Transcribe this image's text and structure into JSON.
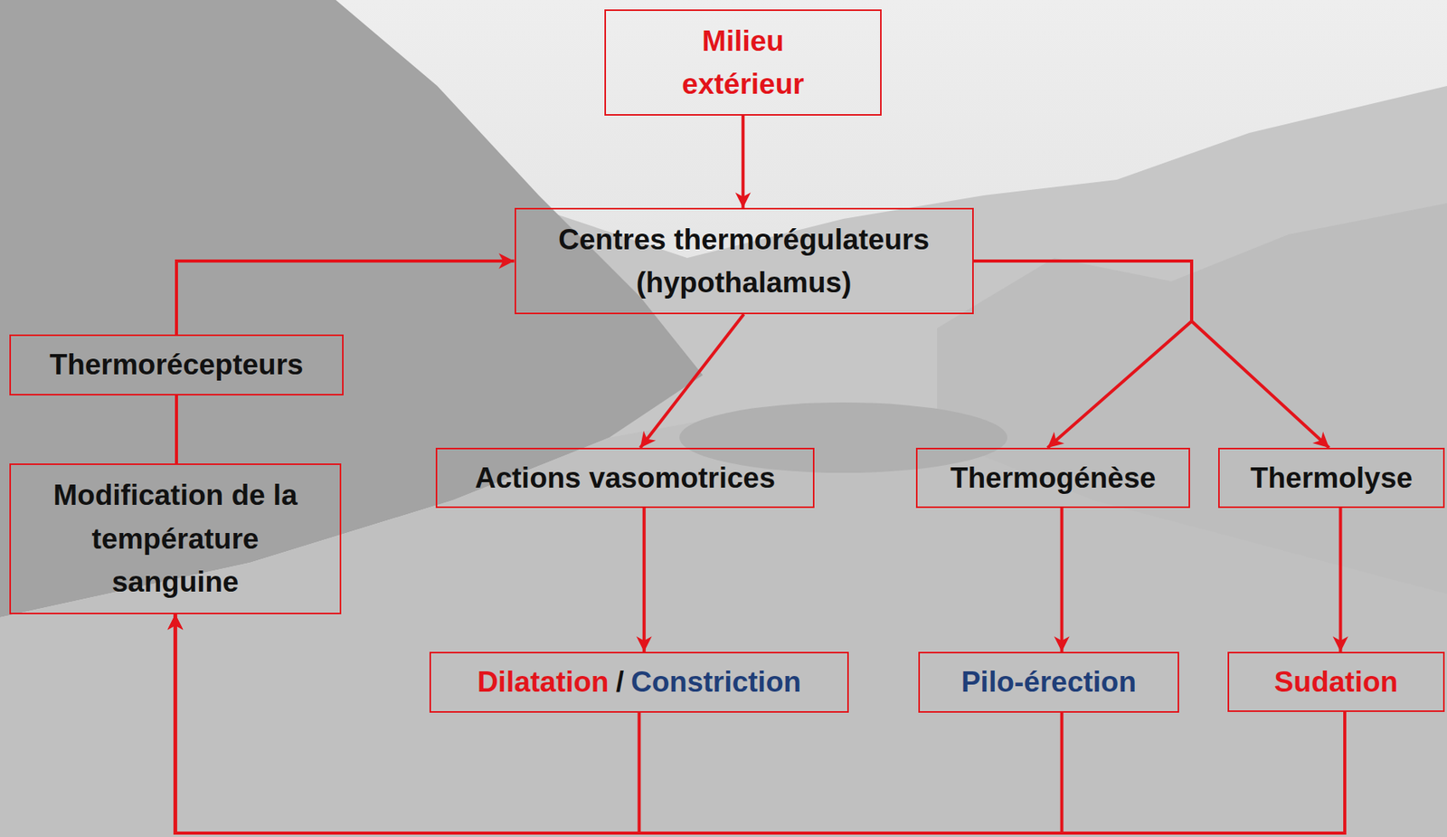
{
  "diagram": {
    "nodes": [
      {
        "text": [
          "Milieu extérieur"
        ]
      },
      {
        "text": [
          "Centres thermorégulateurs (hypothalamus)"
        ]
      },
      {
        "text": [
          "Thermorécepteurs"
        ]
      },
      {
        "text": [
          "Modification de la température sanguine"
        ]
      },
      {
        "text": [
          "Actions vasomotrices"
        ]
      },
      {
        "text": [
          "Thermogénèse"
        ]
      },
      {
        "text": [
          "Thermolyse"
        ]
      },
      {
        "text": [
          "Dilatation",
          "/",
          "Constriction"
        ]
      },
      {
        "text": [
          "Pilo-érection"
        ]
      },
      {
        "text": [
          "Sudation"
        ]
      }
    ],
    "edges": [
      {
        "from": 0,
        "to": 1,
        "arrow": "to"
      },
      {
        "from": 2,
        "to": 1,
        "arrow": "to"
      },
      {
        "from": 3,
        "to": 2,
        "arrow": "none"
      },
      {
        "from": 1,
        "to": 4,
        "arrow": "to"
      },
      {
        "from": 1,
        "to": 5,
        "arrow": "to"
      },
      {
        "from": 1,
        "to": 6,
        "arrow": "to"
      },
      {
        "from": 4,
        "to": 7,
        "arrow": "to"
      },
      {
        "from": 5,
        "to": 8,
        "arrow": "to"
      },
      {
        "from": 6,
        "to": 9,
        "arrow": "to"
      },
      {
        "from": 7,
        "to": 3,
        "arrow": "to"
      },
      {
        "from": 8,
        "to": 3,
        "arrow": "to"
      },
      {
        "from": 9,
        "to": 3,
        "arrow": "to"
      }
    ]
  }
}
